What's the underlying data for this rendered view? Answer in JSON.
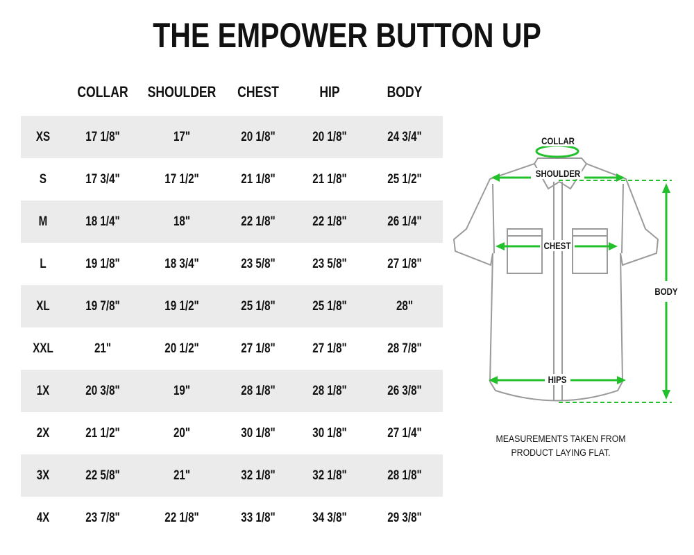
{
  "title": "THE EMPOWER BUTTON UP",
  "table": {
    "columns": [
      "COLLAR",
      "SHOULDER",
      "CHEST",
      "HIP",
      "BODY"
    ],
    "rows": [
      {
        "size": "XS",
        "values": [
          "17 1/8\"",
          "17\"",
          "20 1/8\"",
          "20 1/8\"",
          "24 3/4\""
        ]
      },
      {
        "size": "S",
        "values": [
          "17 3/4\"",
          "17 1/2\"",
          "21 1/8\"",
          "21 1/8\"",
          "25 1/2\""
        ]
      },
      {
        "size": "M",
        "values": [
          "18 1/4\"",
          "18\"",
          "22 1/8\"",
          "22 1/8\"",
          "26 1/4\""
        ]
      },
      {
        "size": "L",
        "values": [
          "19 1/8\"",
          "18 3/4\"",
          "23 5/8\"",
          "23 5/8\"",
          "27 1/8\""
        ]
      },
      {
        "size": "XL",
        "values": [
          "19 7/8\"",
          "19 1/2\"",
          "25 1/8\"",
          "25 1/8\"",
          "28\""
        ]
      },
      {
        "size": "XXL",
        "values": [
          "21\"",
          "20 1/2\"",
          "27 1/8\"",
          "27 1/8\"",
          "28 7/8\""
        ]
      },
      {
        "size": "1X",
        "values": [
          "20 3/8\"",
          "19\"",
          "28 1/8\"",
          "28 1/8\"",
          "26 3/8\""
        ]
      },
      {
        "size": "2X",
        "values": [
          "21 1/2\"",
          "20\"",
          "30 1/8\"",
          "30 1/8\"",
          "27 1/4\""
        ]
      },
      {
        "size": "3X",
        "values": [
          "22 5/8\"",
          "21\"",
          "32 1/8\"",
          "32 1/8\"",
          "28 1/8\""
        ]
      },
      {
        "size": "4X",
        "values": [
          "23 7/8\"",
          "22 1/8\"",
          "33 1/8\"",
          "34 3/8\"",
          "29 3/8\""
        ]
      }
    ]
  },
  "diagram": {
    "labels": {
      "collar": "COLLAR",
      "shoulder": "SHOULDER",
      "chest": "CHEST",
      "hips": "HIPS",
      "body": "BODY"
    },
    "note_line1": "MEASUREMENTS TAKEN FROM",
    "note_line2": "PRODUCT LAYING FLAT.",
    "colors": {
      "arrow": "#22c02a",
      "outline": "#9a9a9a",
      "band": "#ebebeb"
    }
  }
}
